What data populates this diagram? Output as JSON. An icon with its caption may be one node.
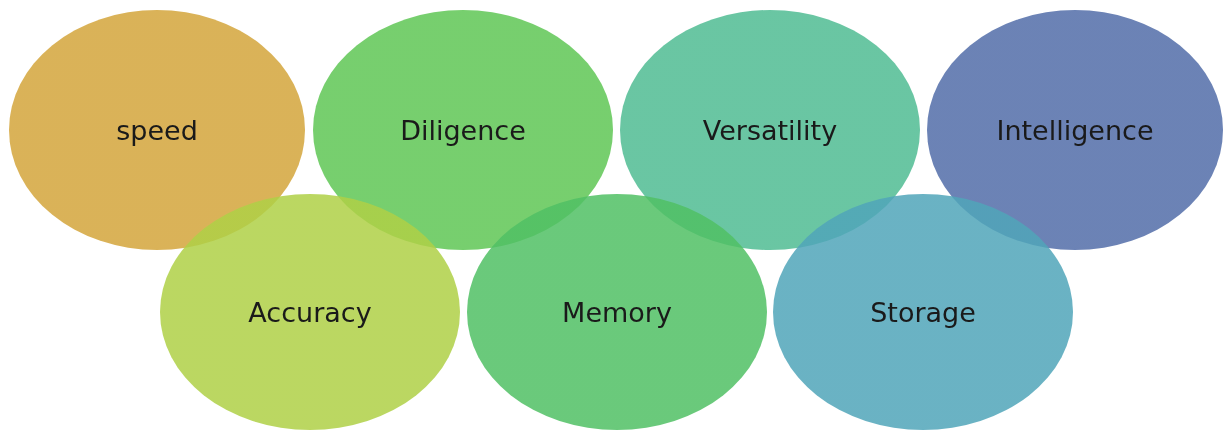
{
  "diagram": {
    "nodes": [
      {
        "text": [
          "speed"
        ]
      },
      {
        "text": [
          "Diligence"
        ]
      },
      {
        "text": [
          "Versatility"
        ]
      },
      {
        "text": [
          "Intelligence"
        ]
      },
      {
        "text": [
          "Accuracy"
        ]
      },
      {
        "text": [
          "Memory"
        ]
      },
      {
        "text": [
          "Storage"
        ]
      }
    ]
  }
}
